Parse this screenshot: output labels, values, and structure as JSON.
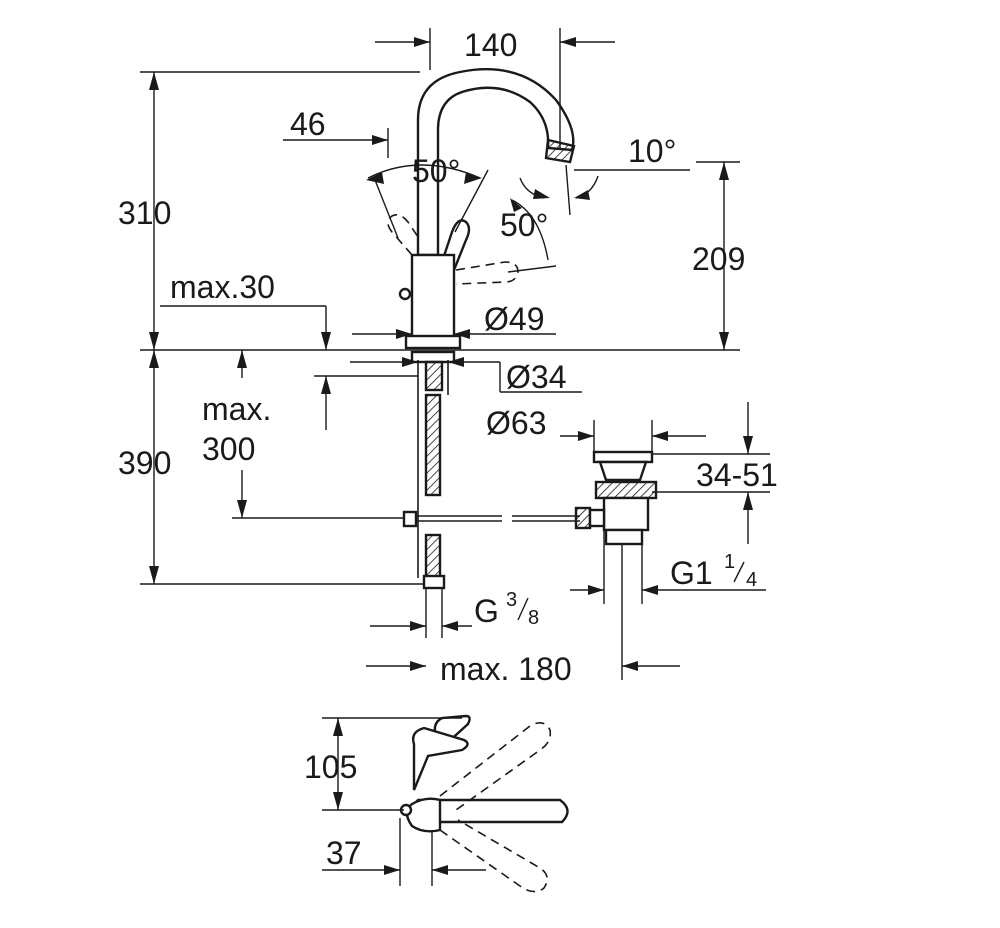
{
  "labels": {
    "d140": "140",
    "d46": "46",
    "a50_top": "50°",
    "a10": "10°",
    "a50_right": "50°",
    "d310": "310",
    "d209": "209",
    "max30": "max.30",
    "dia49": "Ø49",
    "dia34": "Ø34",
    "max_top": "max.",
    "max_300": "300",
    "d390": "390",
    "dia63": "Ø63",
    "d3451": "34-51",
    "g1": "G1",
    "g1_frac_num": "1",
    "g1_frac_den": "4",
    "g": "G",
    "g_frac_num": "3",
    "g_frac_den": "8",
    "max180": "max. 180",
    "d105": "105",
    "d37": "37"
  }
}
